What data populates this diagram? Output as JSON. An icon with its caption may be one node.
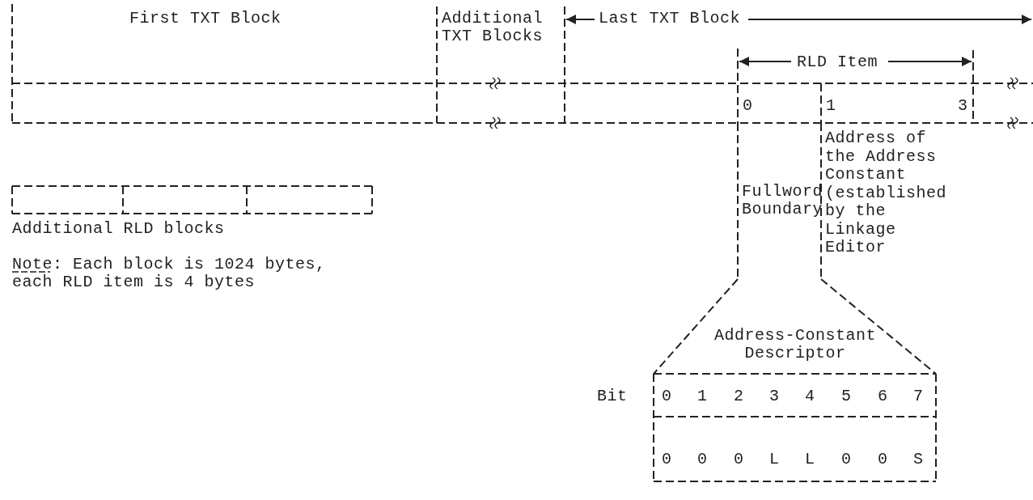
{
  "diagram": {
    "labels": [
      "First TXT Block",
      "Additional TXT Blocks",
      "Last TXT Block",
      "RLD Item",
      "0",
      "1",
      "3",
      "Address of the Address Constant (established by the Linkage Editor",
      "Fullword Boundary",
      "Additional RLD blocks",
      "Note: Each block is 1024 bytes, each RLD item is 4 bytes",
      "Address-Constant Descriptor",
      "Bit",
      "0",
      "1",
      "2",
      "3",
      "4",
      "5",
      "6",
      "7",
      "0",
      "0",
      "0",
      "L",
      "L",
      "0",
      "0",
      "S"
    ]
  }
}
